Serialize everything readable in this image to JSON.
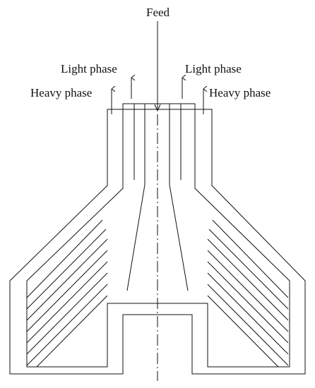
{
  "labels": {
    "feed": "Feed",
    "light_phase_left": "Light phase",
    "light_phase_right": "Light phase",
    "heavy_phase_left": "Heavy phase",
    "heavy_phase_right": "Heavy phase"
  },
  "colors": {
    "stroke": "#111111",
    "background": "#ffffff"
  }
}
